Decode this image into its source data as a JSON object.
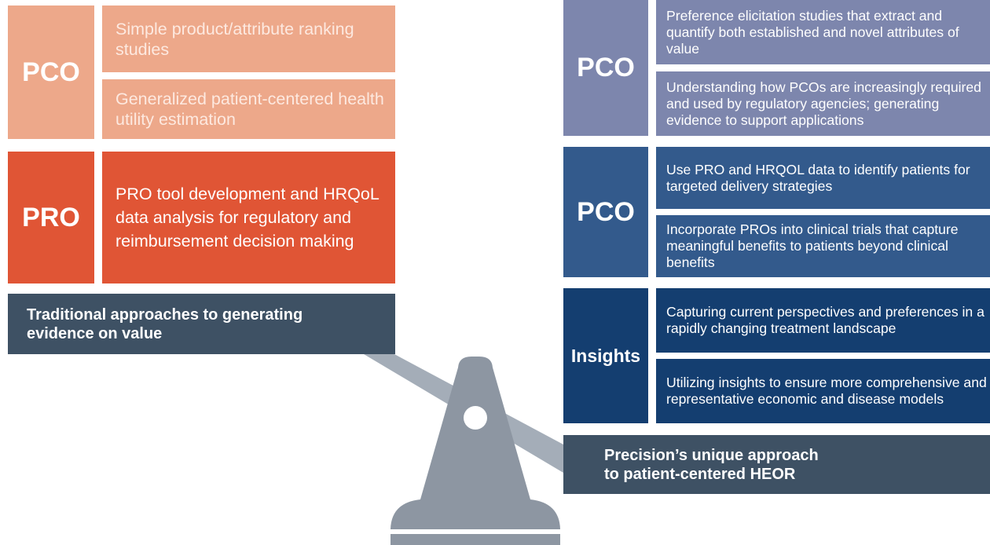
{
  "left": {
    "pco": {
      "label": "PCO",
      "items": [
        "Simple product/attribute ranking studies",
        "Generalized patient-centered health utility estimation"
      ]
    },
    "pro": {
      "label": "PRO",
      "item": "PRO tool development and HRQoL data analysis for regulatory and reimbursement decision making"
    },
    "footer": "Traditional approaches to generating evidence on value"
  },
  "right": {
    "pco1": {
      "label": "PCO",
      "items": [
        "Preference elicitation studies that extract and quantify both established and novel attributes of value",
        "Understanding how PCOs are increasingly required and used by regulatory agencies; generating evidence to support applications"
      ]
    },
    "pco2": {
      "label": "PCO",
      "items": [
        "Use PRO and HRQOL data to identify patients for targeted delivery strategies",
        "Incorporate PROs into clinical trials that capture meaningful benefits to patients beyond clinical benefits"
      ]
    },
    "insights": {
      "label": "Insights",
      "items": [
        "Capturing current perspectives and preferences in a rapidly changing treatment landscape",
        "Utilizing insights to ensure more comprehensive and representative economic and disease models"
      ]
    },
    "footer": "Precision’s unique approach to patient-centered HEOR"
  },
  "colors": {
    "left_pco": "#eda88a",
    "left_pro": "#e05535",
    "footer": "#3e5164",
    "right_pco1": "#7d86ad",
    "right_pco2": "#335a8c",
    "right_insights": "#143e70",
    "scale": "#8d96a2",
    "beam": "#a4adb8"
  }
}
